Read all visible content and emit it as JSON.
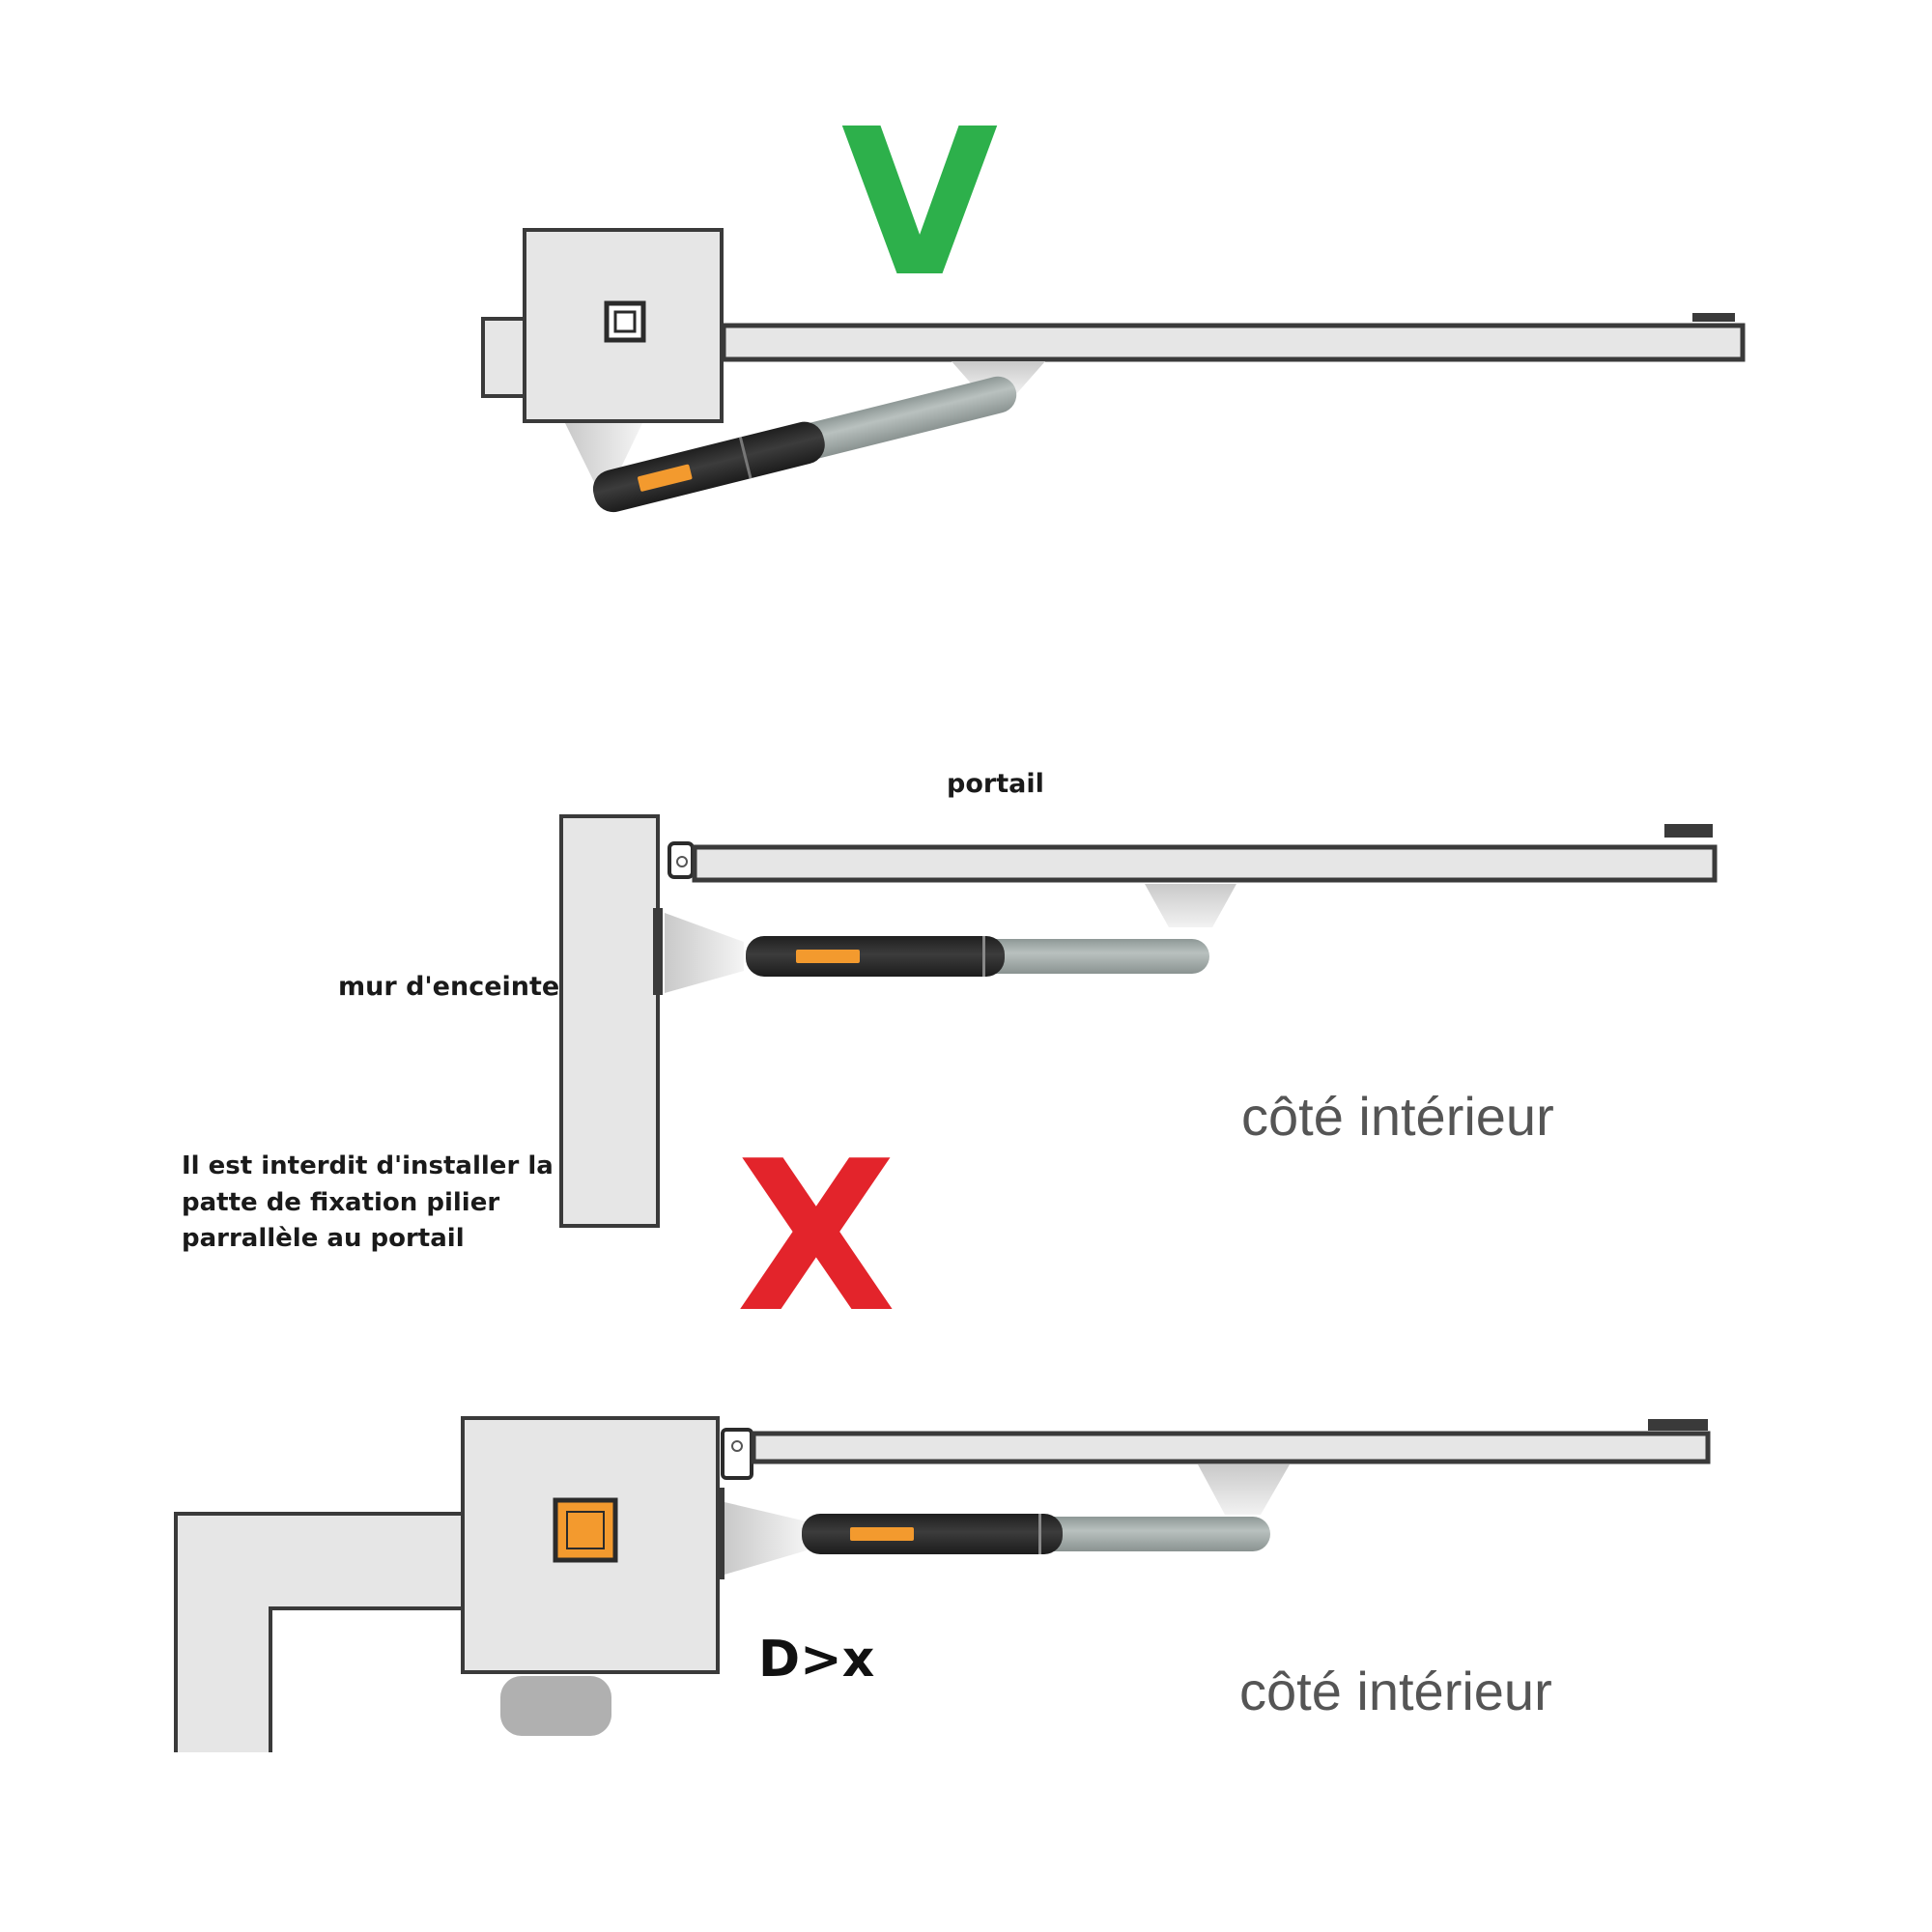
{
  "colors": {
    "check": "#2db04b",
    "cross": "#e3242b",
    "accent": "#f39a2e",
    "gate_fill": "#e6e6e6",
    "outline": "#3a3a3a",
    "actuator_dark": "#2b2b2b",
    "actuator_light": "#a9b2b0",
    "bracket": "#d4d4d4"
  },
  "panel_correct": {
    "mark": "V"
  },
  "panel_wrong": {
    "gate_label": "portail",
    "wall_label": "mur d'enceinte",
    "warning_line1": "Il est interdit d'installer la",
    "warning_line2": "patte de fixation pilier",
    "warning_line3": "parrallèle au portail",
    "side_label": "côté intérieur",
    "mark": "X"
  },
  "panel_corner": {
    "distance_label": "D>x",
    "side_label": "côté intérieur"
  }
}
